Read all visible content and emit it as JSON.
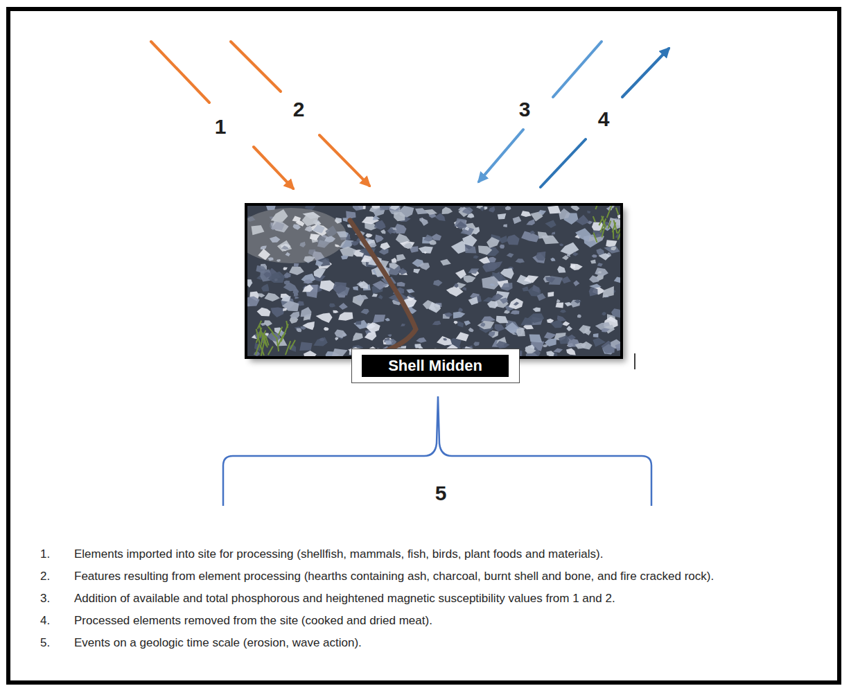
{
  "diagram": {
    "nodes": [
      {
        "text": [
          "Shell Midden"
        ]
      }
    ],
    "labels": [
      "1",
      "2",
      "3",
      "4",
      "5",
      "1.",
      "Elements imported into site for processing (shellfish, mammals, fish, birds, plant foods and materials).",
      "2.",
      "Features resulting from element processing (hearths containing ash, charcoal, burnt shell and bone, and fire cracked rock).",
      "3.",
      "Addition of available and total phosphorous and heightened magnetic susceptibility values from 1 and 2.",
      "4.",
      "Processed elements removed from the site (cooked and dried meat).",
      "5.",
      "Events on a geologic time scale (erosion, wave action)."
    ]
  }
}
